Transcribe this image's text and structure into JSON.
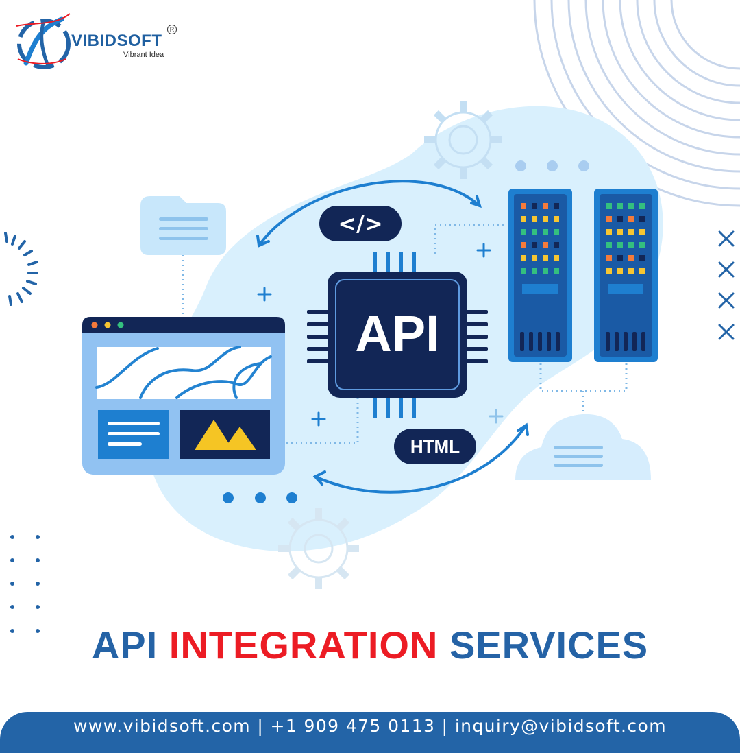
{
  "brand": {
    "name": "VIBIDSOFT",
    "tagline": "Vibrant Idea",
    "registered_mark": "R"
  },
  "illustration": {
    "code_badge": "</>",
    "chip_label": "API",
    "html_badge": "HTML"
  },
  "headline": {
    "part1": "API",
    "part2": "INTEGRATION",
    "part3": "SERVICES"
  },
  "footer": {
    "contact": "www.vibidsoft.com | +1 909 475 0113 | inquiry@vibidsoft.com"
  },
  "colors": {
    "brand_blue": "#2563a6",
    "accent_red": "#ec1c24",
    "navy": "#0f2350",
    "light_blue": "#d6efff"
  },
  "icons": [
    "logo-swoosh-icon",
    "gear-icon",
    "folder-icon",
    "browser-window-icon",
    "server-rack-icon",
    "cloud-icon",
    "mountain-image-icon",
    "close-x-icon"
  ]
}
